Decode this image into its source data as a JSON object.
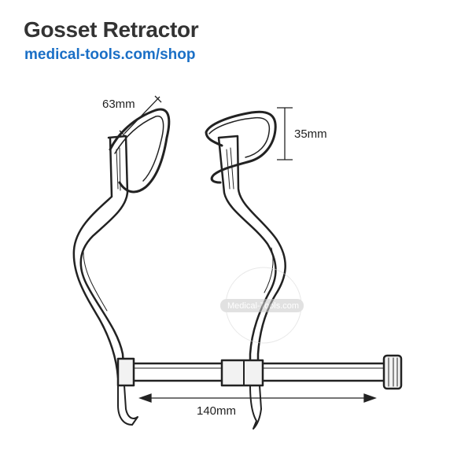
{
  "header": {
    "title": "Gosset Retractor",
    "shop_link": "medical-tools.com/shop"
  },
  "illustration": {
    "dimension_blade_width": "63mm",
    "dimension_blade_depth": "35mm",
    "dimension_bar_length": "140mm",
    "watermark": "Medical-Tools.com"
  },
  "colors": {
    "title": "#333333",
    "link": "#1a6fc6",
    "line_art": "#222222"
  }
}
